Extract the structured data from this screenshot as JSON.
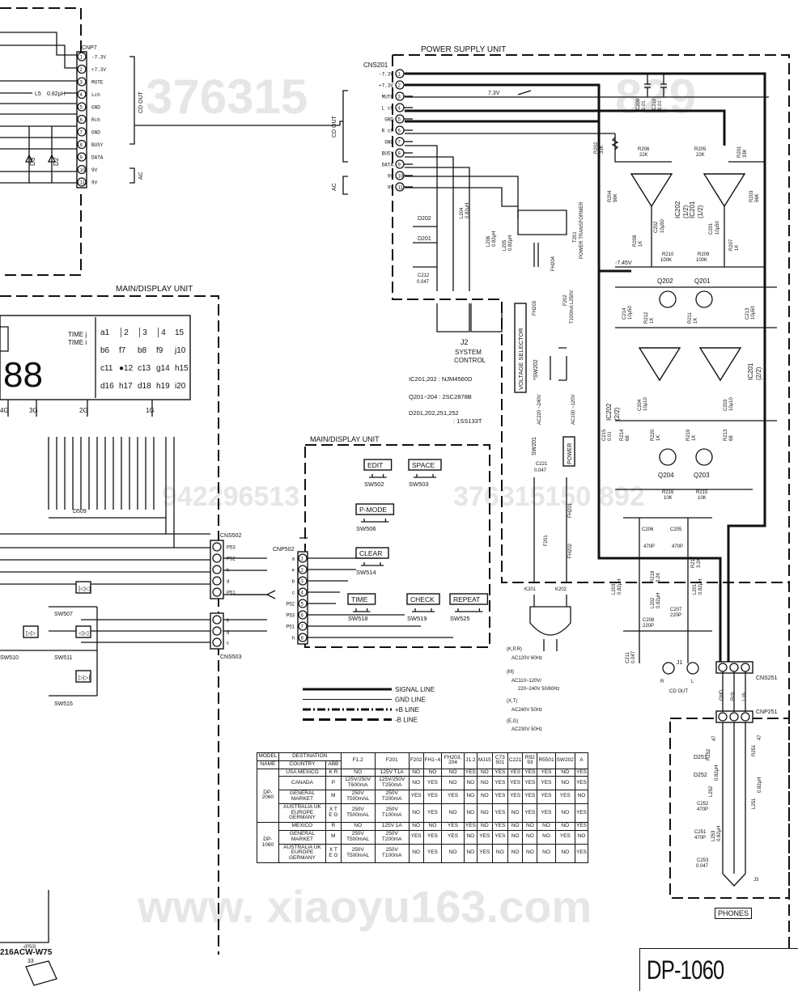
{
  "units": {
    "power_supply": "POWER SUPPLY UNIT",
    "main_display_top": "MAIN/DISPLAY UNIT",
    "main_display_sub": "MAIN/DISPLAY UNIT"
  },
  "connectors": {
    "cnp7": "CNP7",
    "cns201": "CNS201",
    "cns502": "CNS502",
    "cnp502": "CNP502",
    "cns503": "CNS503",
    "cns251": "CNS251",
    "cnp251": "CNP251"
  },
  "cnp7_pins": [
    {
      "n": "1",
      "label": "-7.3V"
    },
    {
      "n": "2",
      "label": "+7.3V"
    },
    {
      "n": "3",
      "label": "MUTE"
    },
    {
      "n": "4",
      "label": "Lch"
    },
    {
      "n": "5",
      "label": "GND"
    },
    {
      "n": "6",
      "label": "Rch"
    },
    {
      "n": "7",
      "label": "GND"
    },
    {
      "n": "8",
      "label": "BUSY"
    },
    {
      "n": "9",
      "label": "DATA"
    },
    {
      "n": "10",
      "label": "9V"
    },
    {
      "n": "11",
      "label": "9V"
    }
  ],
  "cns201_pins": [
    {
      "n": "1",
      "label": "-7.3V"
    },
    {
      "n": "2",
      "label": "+7.3V"
    },
    {
      "n": "3",
      "label": "MUTE"
    },
    {
      "n": "4",
      "label": "L ch"
    },
    {
      "n": "5",
      "label": "GND"
    },
    {
      "n": "6",
      "label": "R ch"
    },
    {
      "n": "7",
      "label": "GND"
    },
    {
      "n": "8",
      "label": "BUSY"
    },
    {
      "n": "9",
      "label": "DATA"
    },
    {
      "n": "10",
      "label": "9V"
    },
    {
      "n": "11",
      "label": "9V"
    }
  ],
  "group_labels": {
    "cd_out": "CD OUT",
    "ac": "AC"
  },
  "display": {
    "time_j": "TIME j",
    "time_i": "TIME i",
    "digits": "88",
    "segments": [
      [
        "a1",
        "│2",
        "│3",
        "│4",
        "15"
      ],
      [
        "b6",
        "f7",
        "b8",
        "f9",
        "j10"
      ],
      [
        "c11",
        "●12",
        "c13",
        "g14",
        "h15"
      ],
      [
        "d16",
        "h17",
        "d18",
        "h19",
        "i20"
      ]
    ],
    "grids": [
      "4G",
      "3G",
      "2G",
      "1G"
    ]
  },
  "keys": [
    {
      "label": "EDIT",
      "sw": "SW502"
    },
    {
      "label": "SPACE",
      "sw": "SW503"
    },
    {
      "label": "P-MODE",
      "sw": "SW506"
    },
    {
      "label": "CLEAR",
      "sw": "SW514"
    },
    {
      "label": "TIME",
      "sw": "SW518"
    },
    {
      "label": "CHECK",
      "sw": "SW519"
    },
    {
      "label": "REPEAT",
      "sw": "SW525"
    }
  ],
  "left_switches": [
    "SW507",
    "SW510",
    "SW511",
    "SW515"
  ],
  "cns502_pins": [
    "P53",
    "P52",
    "h",
    "d",
    "P51"
  ],
  "cns503_pins": [
    "b",
    "g",
    "c"
  ],
  "cnp502_pins": [
    {
      "n": "1",
      "label": "a"
    },
    {
      "n": "2",
      "label": "e"
    },
    {
      "n": "3",
      "label": "b"
    },
    {
      "n": "4",
      "label": "c"
    },
    {
      "n": "5",
      "label": "P52"
    },
    {
      "n": "6",
      "label": "P53"
    },
    {
      "n": "7",
      "label": "P51"
    },
    {
      "n": "8",
      "label": "h"
    }
  ],
  "components": {
    "L5": "L5",
    "L5_val": "0.82μH",
    "D3": "D3",
    "D2": "D2",
    "D509": "D509",
    "D202": "D202",
    "D201": "D201",
    "L204": "L204",
    "L204_val": "0.82μH",
    "L206": "L206",
    "L206_val": "0.82μH",
    "L205": "L205",
    "L205_val": "0.82μH",
    "C212": "C212",
    "C212_val": "0.047",
    "T201": "T201",
    "T201_desc": "POWER TRANSFORMER",
    "FH204": "FH204",
    "F202": "F202",
    "F202_val": "T100mA L250V",
    "FH203": "FH203",
    "SW202": "*SW202",
    "SW201": "SW201",
    "ac_sel": "AC220 ~240V",
    "ac_low": "AC100 ~120V",
    "C221": "C221",
    "C221_val": "0.047",
    "F201": "F201",
    "FH201": "FH201",
    "FH202": "FH202",
    "K201": "K201",
    "K202": "K202",
    "C209": "C209",
    "C209_val": "0.01",
    "C210": "C210",
    "C210_val": "0.01",
    "R202": "R202",
    "R202_val": "33K",
    "R206": "R206",
    "R206_val": "22K",
    "R205": "R205",
    "R205_val": "22K",
    "R201": "R201",
    "R201_val": "33K",
    "R204": "R204",
    "R204_val": "56K",
    "R203": "R203",
    "R203_val": "56K",
    "IC202_1": "IC202",
    "IC202_1_part": "(1/2)",
    "IC201_1": "IC201",
    "IC201_1_part": "(1/2)",
    "IC202_2": "IC202",
    "IC202_2_part": "(2/2)",
    "IC201_2": "IC201",
    "IC201_2_part": "(2/2)",
    "C202": "C202",
    "C202_val": "10μ50",
    "C201": "C201",
    "C201_val": "10μ50",
    "R208": "R208",
    "R208_val": "1K",
    "R207": "R207",
    "R207_val": "1K",
    "R210": "R210",
    "R210_val": "100K",
    "R209": "R209",
    "R209_val": "100K",
    "rail_pos": "7.3V",
    "rail_neg": "-7.45V",
    "Q202": "Q202",
    "Q201": "Q201",
    "Q204": "Q204",
    "Q203": "Q203",
    "C214": "C214",
    "C214_val": "10μ50",
    "C213": "C213",
    "C213_val": "10μ50",
    "R212": "R212",
    "R212_val": "1K",
    "R211": "R211",
    "R211_val": "1K",
    "C204": "C204",
    "C204_val": "10μ10",
    "C203": "C203",
    "C203_val": "10μ10",
    "C215": "C215",
    "C215_val": "0.01",
    "R214": "R214",
    "R214_val": "68",
    "R220": "R220",
    "R220_val": "1K",
    "R219": "R219",
    "R219_val": "1K",
    "R213": "R213",
    "R213_val": "68",
    "R216": "R216",
    "R216_val": "10K",
    "R215": "R215",
    "R215_val": "10K",
    "C206": "C206",
    "C206_val": "470P",
    "C205": "C205",
    "C205_val": "470P",
    "R218": "R218",
    "R218_val": "3.2K",
    "R217": "R217",
    "R217_val": "3.2K",
    "L203": "L203",
    "L203_val": "0.82μH",
    "L202": "L202",
    "L202_val": "0.82μH",
    "L201": "L201",
    "L201_val": "0.82μH",
    "C208": "C208",
    "C208_val": "220P",
    "C207": "C207",
    "C207_val": "220P",
    "C211": "C211",
    "C211_val": "0.047",
    "J1": "J1",
    "J1_name": "CD OUT",
    "J1_R": "R",
    "J1_L": "L",
    "D251": "D251",
    "D252": "D252",
    "R252": "R252",
    "R252_val": "47",
    "R251": "R251",
    "R251_val": "47",
    "L252": "L252",
    "L252_val": "0.82μH",
    "L251": "L251",
    "L251_val": "0.82μH",
    "C252": "C252",
    "C252_val": "470P",
    "C251": "C251",
    "C251_val": "470P",
    "L253": "L253",
    "L253_val": "0.82μH",
    "C253": "C253",
    "C253_val": "0.047",
    "J3": "J3",
    "cns251_pins": [
      "GND",
      "Rch",
      "Lch"
    ],
    "J2": "J2",
    "J2_desc1": "SYSTEM",
    "J2_desc2": "CONTROL",
    "voltage_selector": "VOLTAGE SELECTOR",
    "power": "POWER",
    "phones": "PHONES"
  },
  "part_notes": [
    "IC201,202 : NJM4560D",
    "Q201~204 : 2SC2878B",
    "D201,202,251,252",
    ": 1SS133T"
  ],
  "ac_notes": [
    "(K,P,R)",
    "AC120V 60Hz",
    "(M)",
    "AC110~120V/",
    "220~240V 50/60Hz",
    "(X,T)",
    "AC240V 50Hz",
    "(E,G)",
    "AC230V 50Hz"
  ],
  "legend": [
    {
      "style": "signal",
      "label": "SIGNAL LINE"
    },
    {
      "style": "gnd",
      "label": "GND LINE"
    },
    {
      "style": "plusb",
      "label": "+B LINE"
    },
    {
      "style": "minusb",
      "label": "-B LINE"
    }
  ],
  "table": {
    "header1": [
      "MODEL",
      "DESTINATION",
      "",
      "F1.2",
      "F201",
      "F202",
      "FH1~4",
      "FH203, 204",
      "J1.2",
      "MJ15",
      "C73 501",
      "C221",
      "R92 93",
      "R5501",
      "SW202",
      "A"
    ],
    "header2": [
      "NAME",
      "COUNTRY",
      "ABB"
    ],
    "groups": [
      {
        "model": "DP-2060",
        "rows": [
          [
            "USA MEXICO",
            "K R",
            "NO",
            "125V T1A",
            "NO",
            "NO",
            "NO",
            "YES",
            "NO",
            "YES",
            "YES",
            "YES",
            "YES",
            "NO",
            "YES"
          ],
          [
            "CANADA",
            "P",
            "125V/250V T600mA",
            "125V/250V T250mA",
            "NO",
            "YES",
            "NO",
            "NO",
            "NO",
            "YES",
            "YES",
            "YES",
            "YES",
            "NO",
            "YES"
          ],
          [
            "GENERAL MARKET",
            "M",
            "250V T500mAL",
            "250V T200mA",
            "YES",
            "YES",
            "YES",
            "NO",
            "NO",
            "YES",
            "YES",
            "YES",
            "YES",
            "YES",
            "NO"
          ],
          [
            "AUSTRALIA UK EUROPE GERMANY",
            "X T E G",
            "250V T500mAL",
            "250V T100mA",
            "NO",
            "YES",
            "NO",
            "NO",
            "NO",
            "YES",
            "NO",
            "YES",
            "YES",
            "NO",
            "YES"
          ]
        ]
      },
      {
        "model": "DP-1060",
        "rows": [
          [
            "MEXICO",
            "R",
            "NO",
            "125V 1A",
            "NO",
            "NO",
            "YES",
            "YES",
            "NO",
            "YES",
            "NO",
            "NO",
            "NO",
            "NO",
            "YES"
          ],
          [
            "GENERAL MARKET",
            "M",
            "250V T500mAL",
            "250V T200mA",
            "YES",
            "YES",
            "YES",
            "NO",
            "YES",
            "YES",
            "NO",
            "NO",
            "NO",
            "YES",
            "NO"
          ],
          [
            "AUSTRALIA UK EUROPE GERMANY",
            "X T E G",
            "250V T500mAL",
            "250V T100mA",
            "NO",
            "YES",
            "NO",
            "NO",
            "YES",
            "NO",
            "NO",
            "NO",
            "NO",
            "NO",
            "YES"
          ]
        ]
      }
    ]
  },
  "ic_part_label": "216ACW-W75",
  "ic_pin_label": "33",
  "model_name": "DP-1060",
  "watermarks": {
    "w1": "376315",
    "w2": "829",
    "w3": "942296513",
    "w4": "376315150",
    "w5": "892",
    "w6": "www. xiaoyu163.com"
  }
}
